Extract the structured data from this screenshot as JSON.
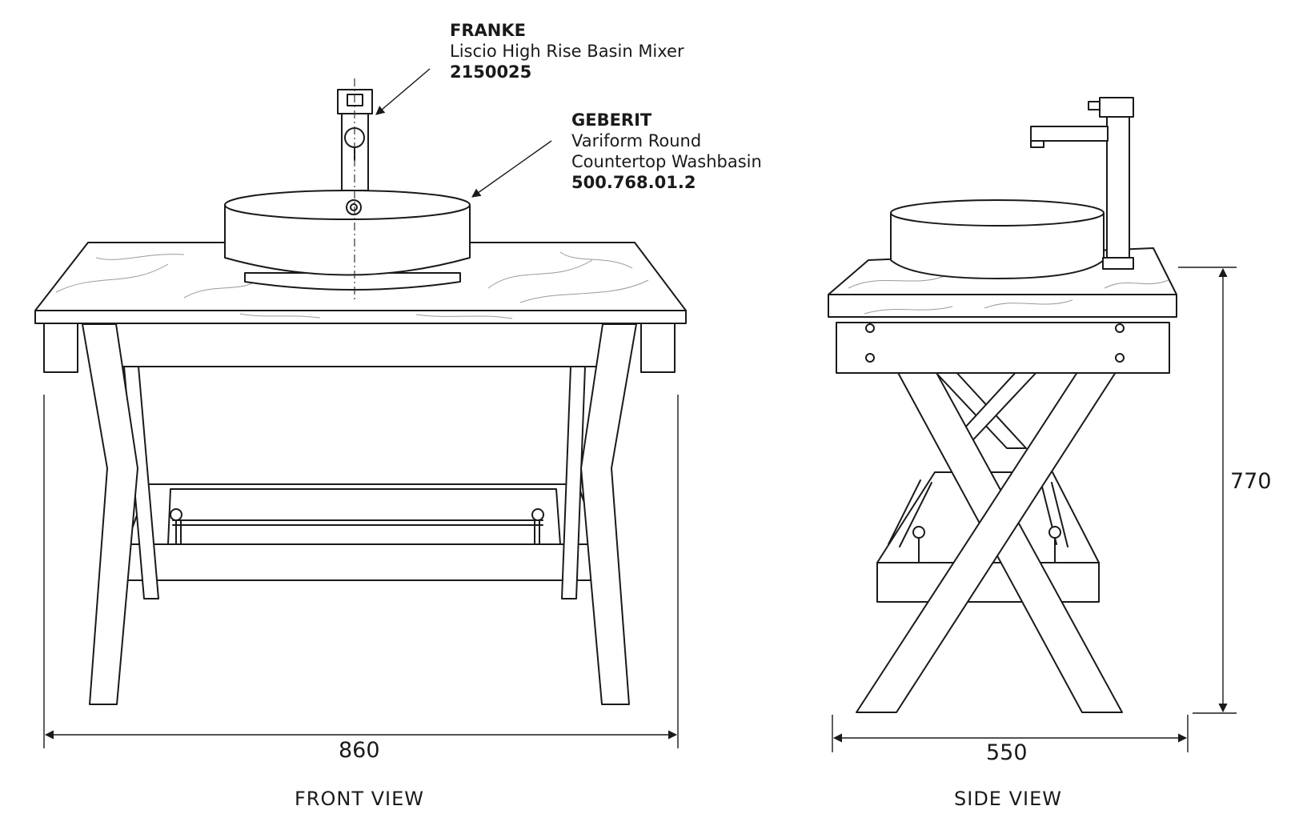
{
  "labels": {
    "mixer": {
      "brand": "FRANKE",
      "description": "Liscio High Rise Basin Mixer",
      "code": "2150025"
    },
    "basin": {
      "brand": "GEBERIT",
      "description_line1": "Variform Round",
      "description_line2": "Countertop Washbasin",
      "code": "500.768.01.2"
    }
  },
  "dimensions": {
    "front_width": "860",
    "side_depth": "550",
    "height": "770"
  },
  "views": {
    "front": "FRONT VIEW",
    "side": "SIDE VIEW"
  }
}
